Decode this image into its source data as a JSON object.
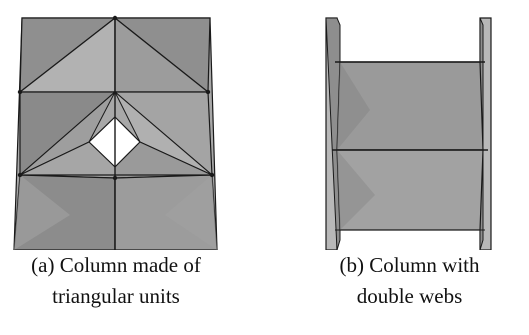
{
  "figures": [
    {
      "id": "a",
      "caption_line1": "(a) Column made of",
      "caption_line2": "triangular units"
    },
    {
      "id": "b",
      "caption_line1": "(b) Column with",
      "caption_line2": "double webs"
    }
  ],
  "colors": {
    "panel_fill": "#9a9a9a",
    "panel_light": "#b4b4b4",
    "panel_dark": "#7d7d7d",
    "edge": "#1a1a1a",
    "background": "#ffffff"
  }
}
